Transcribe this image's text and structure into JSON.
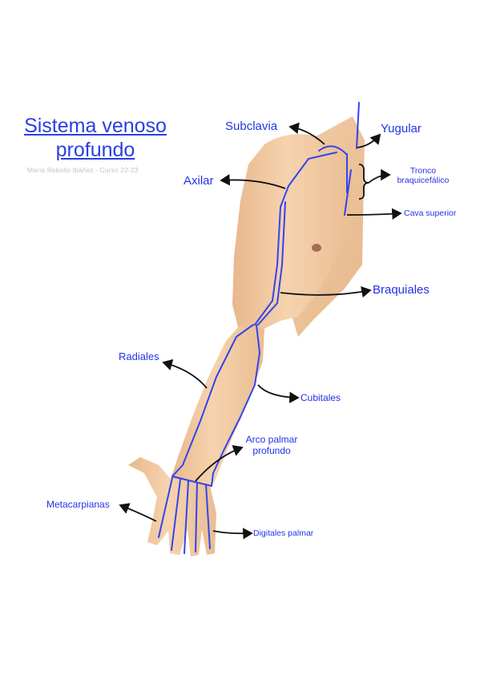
{
  "title": "Sistema venoso profundo",
  "subtitle": "María Rebollo Ibáñez - Curso 22-23",
  "labels": {
    "subclavia": "Subclavia",
    "yugular": "Yugular",
    "axilar": "Axilar",
    "tronco": "Tronco braquicefálico",
    "cava": "Cava superior",
    "braquiales": "Braquiales",
    "radiales": "Radiales",
    "cubitales": "Cubitales",
    "arco": "Arco palmar profundo",
    "metacarpianas": "Metacarpianas",
    "digitales": "Digitales palmar"
  },
  "colors": {
    "label": "#2233e6",
    "vein": "#3344ee",
    "skin": "#f2c9a0",
    "arrow": "#111111"
  }
}
